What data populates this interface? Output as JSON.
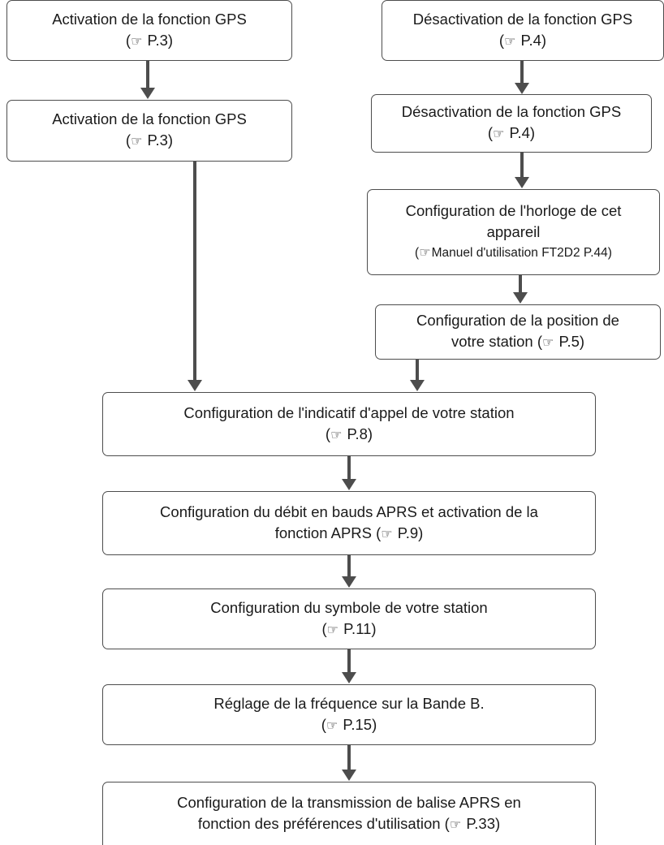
{
  "ref_icon": "pointing-hand-icon",
  "colors": {
    "line": "#4d4d4d",
    "border": "#4d4d4d",
    "text": "#1a1a1a"
  },
  "boxes": {
    "left1": {
      "line1": "Activation de la fonction GPS",
      "ref": "P.3)",
      "open": "("
    },
    "left2": {
      "line1": "Activation de la fonction GPS",
      "ref": "P.3)",
      "open": "("
    },
    "right1": {
      "line1": "Désactivation de la fonction GPS",
      "ref": "P.4)",
      "open": "("
    },
    "right2": {
      "line1": "Désactivation de la fonction GPS",
      "ref": "P.4)",
      "open": "("
    },
    "right3": {
      "line1": "Configuration de l'horloge de cet",
      "line2": "appareil",
      "ref": "Manuel d'utilisation FT2D2 P.44)",
      "open": "("
    },
    "right4": {
      "line1": "Configuration de la position de",
      "line2": "votre station (",
      "ref": "P.5)"
    },
    "step1": {
      "line1": "Configuration de l'indicatif d'appel de votre station",
      "ref": "P.8)",
      "open": "("
    },
    "step2": {
      "line1": "Configuration du débit en bauds APRS et activation de la",
      "line2": "fonction APRS (",
      "ref": "P.9)"
    },
    "step3": {
      "line1": "Configuration du symbole de votre station",
      "ref": "P.11)",
      "open": "("
    },
    "step4": {
      "line1": "Réglage de la fréquence sur la Bande B.",
      "ref": "P.15)",
      "open": "("
    },
    "step5": {
      "line1": "Configuration de la transmission de balise APRS en",
      "line2": "fonction des préférences d'utilisation (",
      "ref": "P.33)"
    }
  }
}
